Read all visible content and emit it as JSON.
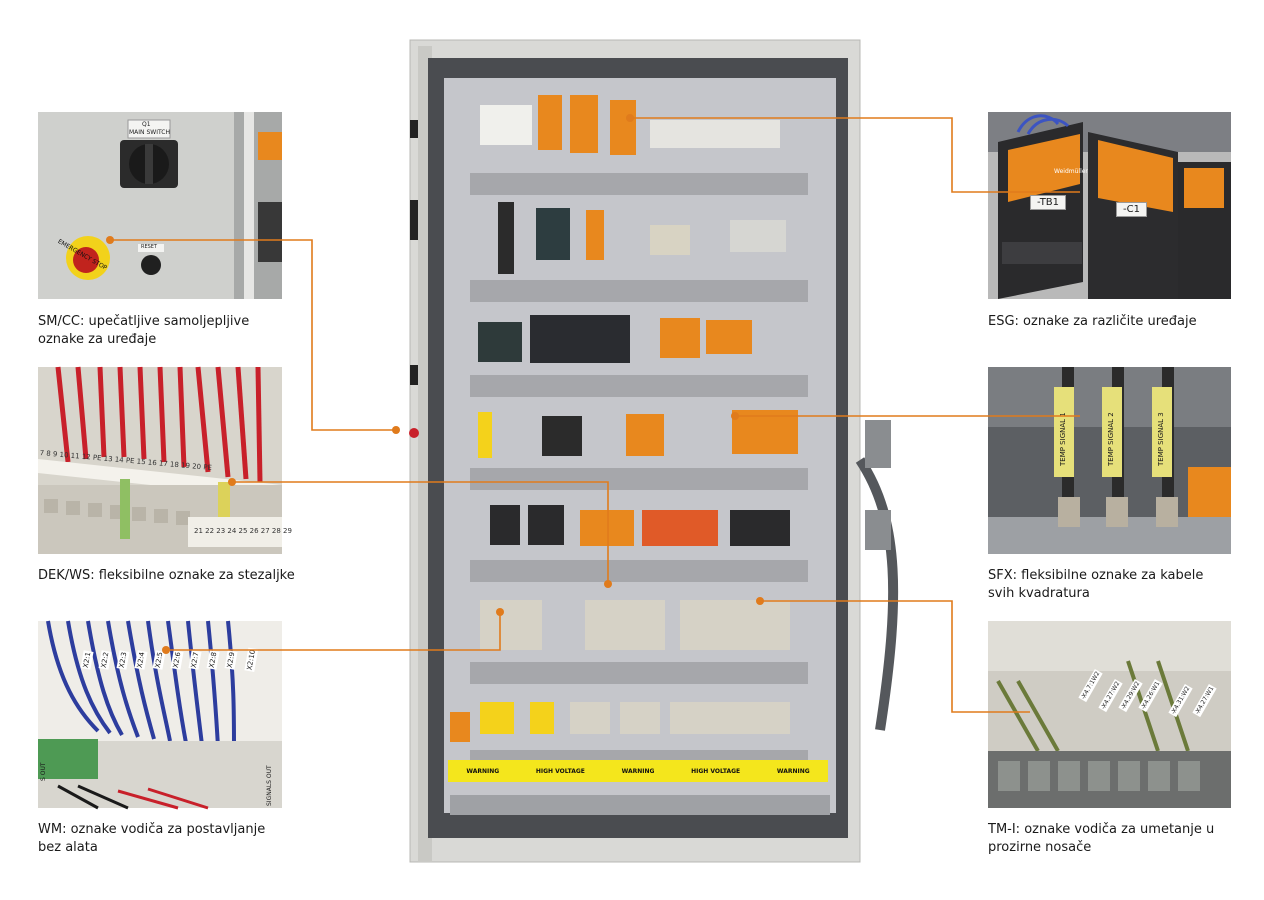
{
  "colors": {
    "leader": "#e07b1c",
    "label_orange": "#e8881e",
    "warning_yellow": "#f4e61c",
    "cabinet_grey": "#d9d9d6",
    "backplate": "#c5c6cb"
  },
  "callouts": [
    {
      "name": "sm-cc",
      "lines": [
        "SM/CC: upečatljive samoljepljive",
        "oznake za uređaje"
      ]
    },
    {
      "name": "dek-ws",
      "lines": [
        "DEK/WS: fleksibilne oznake za stezaljke"
      ]
    },
    {
      "name": "wm",
      "lines": [
        "WM: oznake vodiča za postavljanje",
        "bez alata"
      ]
    },
    {
      "name": "esg",
      "lines": [
        "ESG: oznake za različite uređaje"
      ]
    },
    {
      "name": "sfx",
      "lines": [
        "SFX: fleksibilne oznake za kabele",
        "svih kvadratura"
      ]
    },
    {
      "name": "tm-i",
      "lines": [
        "TM-I: oznake vodiča za umetanje u",
        "prozirne nosače"
      ]
    }
  ],
  "photo_texts": {
    "main_switch_q": "Q1",
    "main_switch": "MAIN SWITCH",
    "emergency": "EMERGENCY STOP",
    "reset": "RESET",
    "esg_tb1": "-TB1",
    "esg_c1": "-C1",
    "brand": "Weidmüller",
    "sfx_labels": [
      "TEMP SIGNAL 1",
      "TEMP SIGNAL 2",
      "TEMP SIGNAL 3"
    ],
    "dek_strip": "7 8 9 10 11 12 PE 13 14 PE 15 16 17 18 19 20 PE",
    "dek_strip2": "21 22 23 24 25 26 27 28 29",
    "wm_labels": [
      "X2:1",
      "X2:2",
      "X2:3",
      "X2:4",
      "X2:5",
      "X2:6",
      "X2:7",
      "X2:8",
      "X2:9",
      "X2:10"
    ],
    "wm_out_left": "S OUT",
    "wm_out_right": "SIGNALS OUT",
    "tm_labels": [
      "-X4.7:1W2",
      "-X4.27:W2",
      "-X4.29:W2",
      "-X4.26:W1",
      "-X4.31:W2",
      "-X4.27:W1"
    ]
  },
  "warning_strip": [
    "WARNING",
    "HIGH VOLTAGE",
    "WARNING",
    "HIGH VOLTAGE",
    "WARNING"
  ]
}
